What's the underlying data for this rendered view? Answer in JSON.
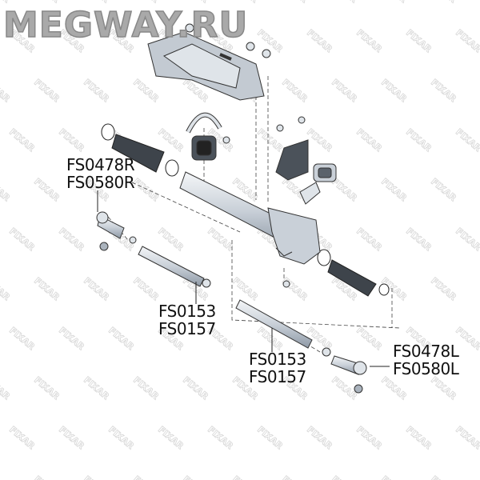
{
  "logo": "MEGWAY.RU",
  "watermark": "FIXAR",
  "labels": {
    "tie_rod_end_right": [
      "FS0478R",
      "FS0580R"
    ],
    "inner_tie_rod_left": [
      "FS0153",
      "FS0157"
    ],
    "inner_tie_rod_right": [
      "FS0153",
      "FS0157"
    ],
    "tie_rod_end_left": [
      "FS0478L",
      "FS0580L"
    ]
  }
}
